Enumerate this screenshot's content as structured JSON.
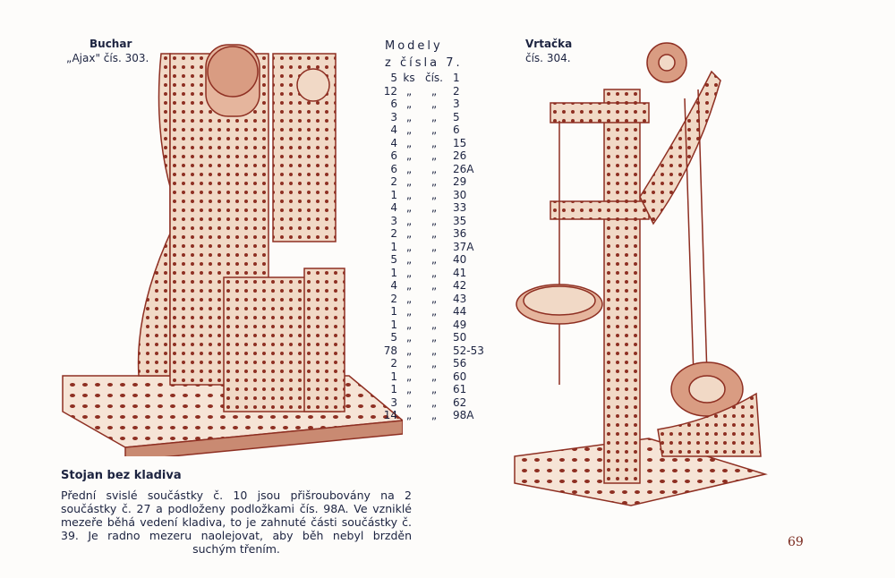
{
  "left_model": {
    "name": "Buchar",
    "subtitle": "„Ajax\" čís. 303."
  },
  "right_model": {
    "name": "Vrtačka",
    "subtitle": "čís. 304."
  },
  "parts_list": {
    "title_line1": "Modely",
    "title_line2": "z čísla 7.",
    "header": {
      "qty": "5",
      "unit": "ks",
      "col": "čís.",
      "part": "1"
    },
    "ditto": "„",
    "rows": [
      {
        "qty": "12",
        "part": "2"
      },
      {
        "qty": "6",
        "part": "3"
      },
      {
        "qty": "3",
        "part": "5"
      },
      {
        "qty": "4",
        "part": "6"
      },
      {
        "qty": "4",
        "part": "15"
      },
      {
        "qty": "6",
        "part": "26"
      },
      {
        "qty": "6",
        "part": "26A"
      },
      {
        "qty": "2",
        "part": "29"
      },
      {
        "qty": "1",
        "part": "30"
      },
      {
        "qty": "4",
        "part": "33"
      },
      {
        "qty": "3",
        "part": "35"
      },
      {
        "qty": "2",
        "part": "36"
      },
      {
        "qty": "1",
        "part": "37A"
      },
      {
        "qty": "5",
        "part": "40"
      },
      {
        "qty": "1",
        "part": "41"
      },
      {
        "qty": "4",
        "part": "42"
      },
      {
        "qty": "2",
        "part": "43"
      },
      {
        "qty": "1",
        "part": "44"
      },
      {
        "qty": "1",
        "part": "49"
      },
      {
        "qty": "5",
        "part": "50"
      },
      {
        "qty": "78",
        "part": "52-53"
      },
      {
        "qty": "2",
        "part": "56"
      },
      {
        "qty": "1",
        "part": "60"
      },
      {
        "qty": "1",
        "part": "61"
      },
      {
        "qty": "3",
        "part": "62"
      },
      {
        "qty": "14",
        "part": "98A"
      }
    ]
  },
  "section": {
    "heading": "Stojan bez kladiva",
    "text": "Přední svislé součástky č. 10 jsou přišroubovány na 2 součástky č. 27 a podloženy podložkami čís. 98A. Ve vzniklé mezeře běhá vedení kladiva, to je zahnuté části součástky č. 39. Je radno mezeru naolejovat, aby běh nebyl brzděn suchým třením."
  },
  "page_number": "69",
  "colors": {
    "ink": "#1c2340",
    "illustration": "#8e2f22",
    "illustration_fill": "#f1d9c6"
  }
}
